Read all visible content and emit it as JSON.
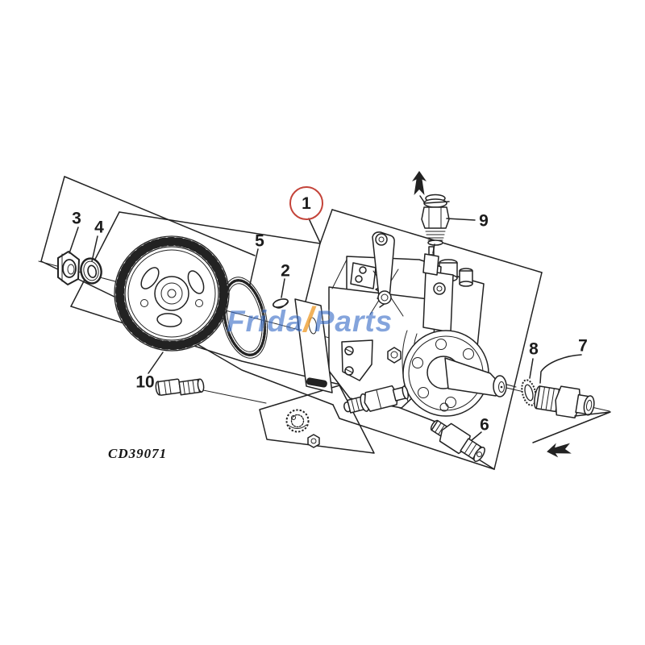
{
  "colors": {
    "line": "#222222",
    "red": "#c4443a",
    "wm_blue": "#3a6ec8",
    "wm_orange": "#f0a033"
  },
  "diagram": {
    "caption": "CD39071",
    "watermark": {
      "left": "Frida",
      "slash": "/",
      "right": "Parts"
    },
    "callouts": [
      "1",
      "2",
      "3",
      "4",
      "5",
      "6",
      "7",
      "8",
      "9",
      "10"
    ]
  }
}
